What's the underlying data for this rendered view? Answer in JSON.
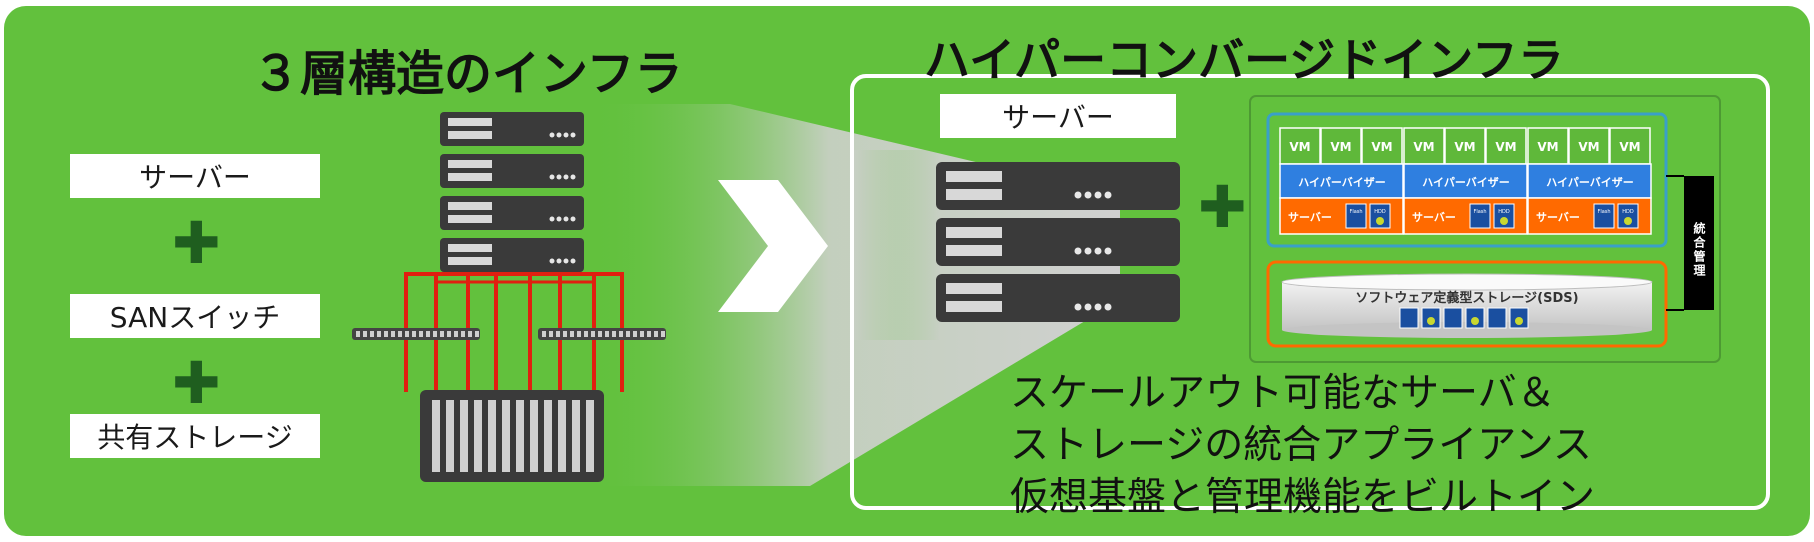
{
  "left": {
    "title": "３層構造のインフラ",
    "labels": [
      "サーバー",
      "SANスイッチ",
      "共有ストレージ"
    ],
    "plus": "✚"
  },
  "right": {
    "title": "ハイパーコンバージドインフラ",
    "server_label": "サーバー",
    "plus": "✚",
    "vm_label": "VM",
    "hypervisor_label": "ハイパーバイザー",
    "server_row_label": "サーバー",
    "flash_label": "Flash",
    "hdd_label": "HDD",
    "integration_label": "統合管理",
    "sds_label": "ソフトウェア定義型ストレージ(SDS)",
    "description": [
      "スケールアウト可能なサーバ＆",
      "ストレージの統合アプライアンス",
      "仮想基盤と管理機能をビルトイン"
    ]
  },
  "colors": {
    "background_green": "#62c13d",
    "server_dark": "#3a3a3a",
    "hypervisor_blue": "#2f7fe0",
    "server_orange": "#ff6a00",
    "vm_green": "#5fb83a",
    "cable_red": "#e02010"
  }
}
